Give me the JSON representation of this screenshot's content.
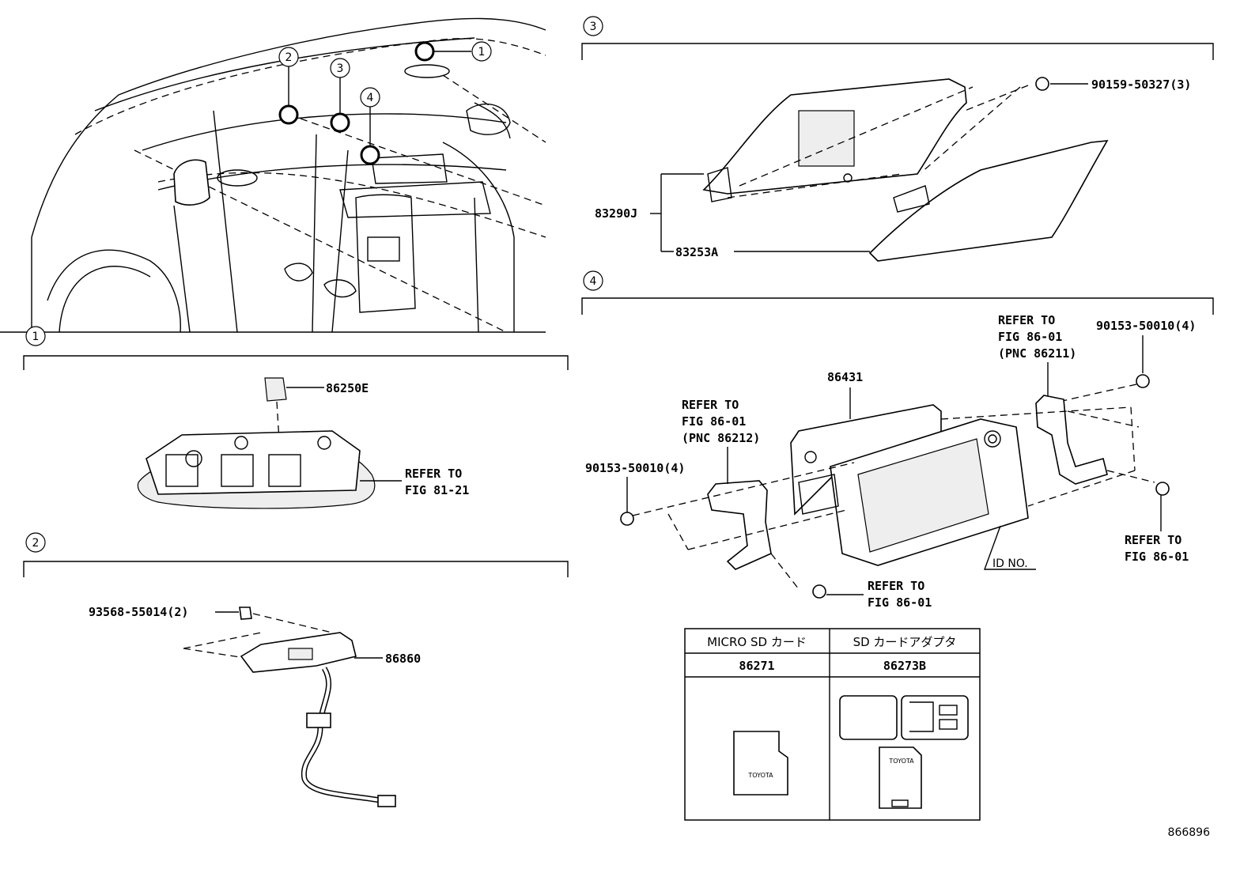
{
  "callouts": {
    "c1": "1",
    "c2": "2",
    "c3": "3",
    "c4": "4"
  },
  "section1": {
    "id": "1",
    "part_86250E": "86250E",
    "refer_line1": "REFER TO",
    "refer_line2": "FIG 81-21"
  },
  "section2": {
    "id": "2",
    "bolt": "93568-55014(2)",
    "part_86860": "86860"
  },
  "section3": {
    "id": "3",
    "screw": "90159-50327(3)",
    "part_83290J": "83290J",
    "part_83253A": "83253A"
  },
  "section4": {
    "id": "4",
    "part_86431": "86431",
    "refer_top_l1": "REFER TO",
    "refer_top_l2": "FIG 86-01",
    "refer_top_l3": "(PNC 86211)",
    "screw_right": "90153-50010(4)",
    "refer_left_l1": "REFER TO",
    "refer_left_l2": "FIG 86-01",
    "refer_left_l3": "(PNC 86212)",
    "screw_left": "90153-50010(4)",
    "refer_right_l1": "REFER TO",
    "refer_right_l2": "FIG 86-01",
    "refer_bottom_l1": "REFER TO",
    "refer_bottom_l2": "FIG 86-01",
    "id_no": "ID NO."
  },
  "sd_table": {
    "col1_header": "MICRO SD カード",
    "col2_header": "SD カードアダプタ",
    "col1_part": "86271",
    "col2_part": "86273B",
    "logo_text_1": "TOYOTA",
    "logo_text_2": "TOYOTA"
  },
  "figure_number": "866896"
}
